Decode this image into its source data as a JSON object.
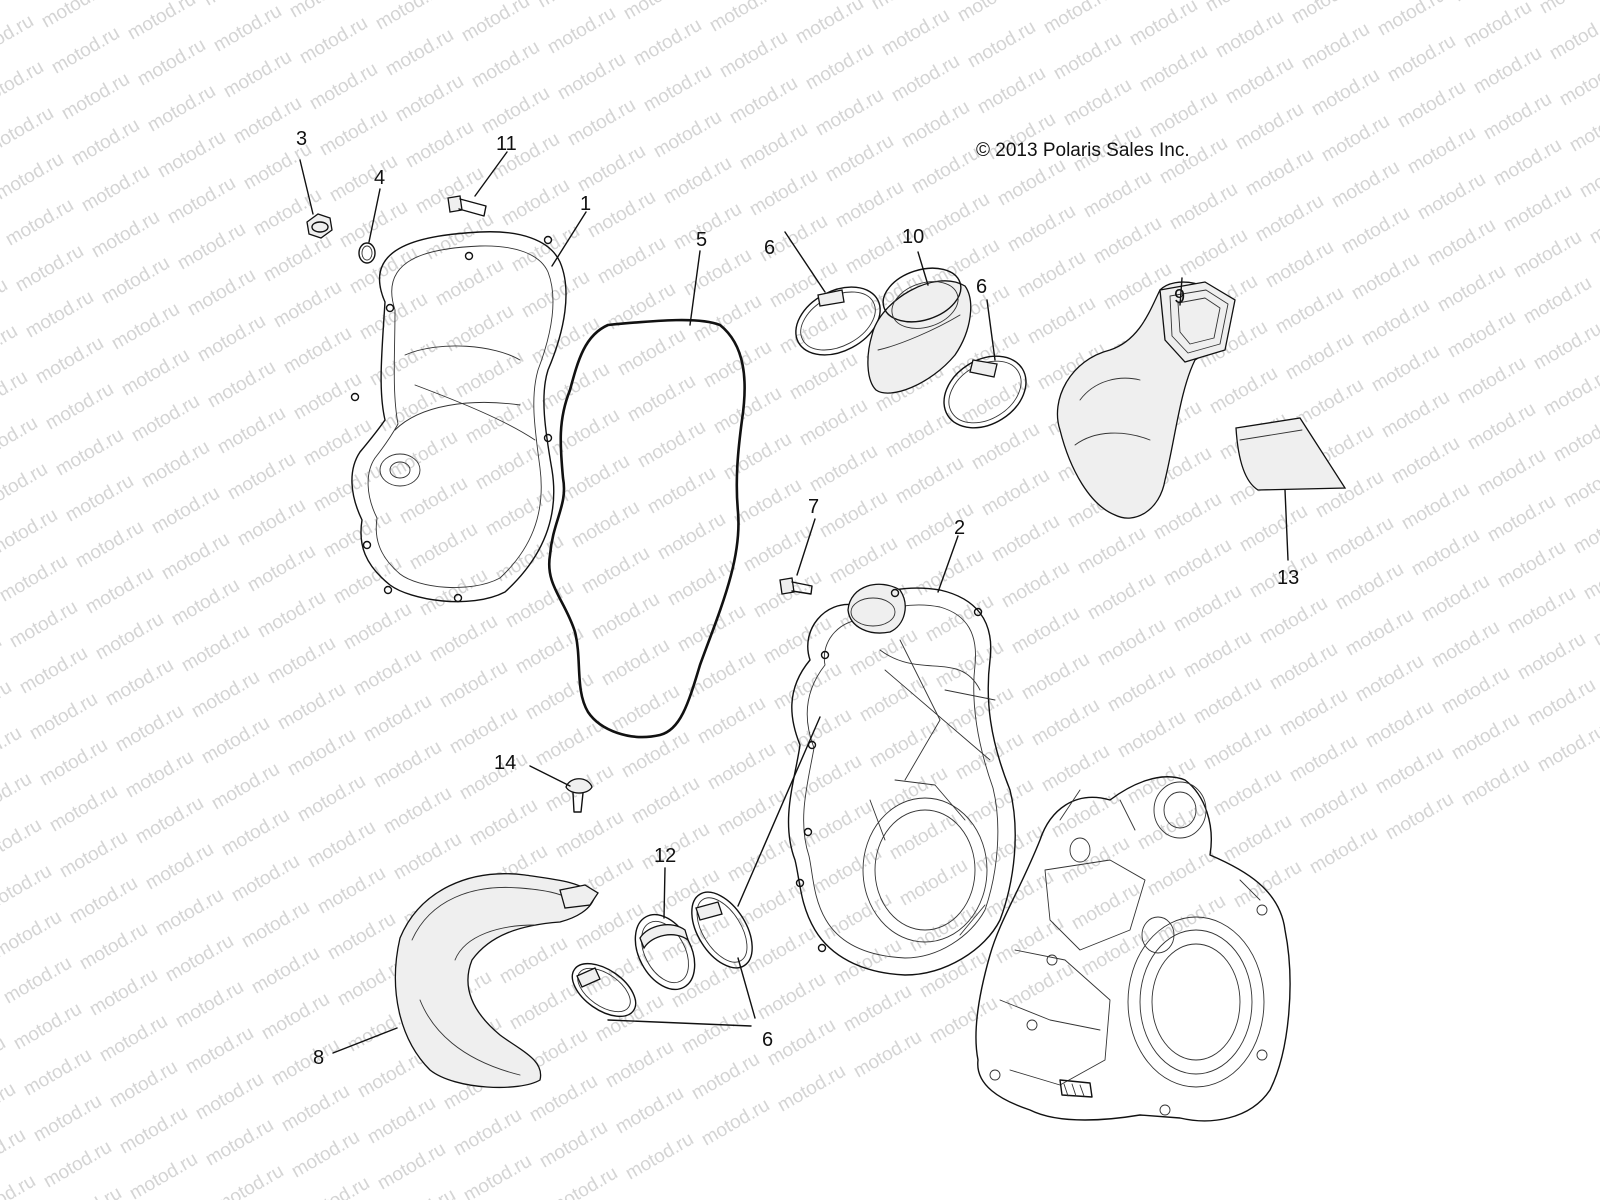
{
  "copyright": "© 2013 Polaris Sales Inc.",
  "watermark_text": "motod.ru",
  "callouts": [
    {
      "id": "c3",
      "label": "3"
    },
    {
      "id": "c11",
      "label": "11"
    },
    {
      "id": "c4",
      "label": "4"
    },
    {
      "id": "c1",
      "label": "1"
    },
    {
      "id": "c6a",
      "label": "6"
    },
    {
      "id": "c10",
      "label": "10"
    },
    {
      "id": "c6b",
      "label": "6"
    },
    {
      "id": "c9",
      "label": "9"
    },
    {
      "id": "c5",
      "label": "5"
    },
    {
      "id": "c7",
      "label": "7"
    },
    {
      "id": "c2",
      "label": "2"
    },
    {
      "id": "c13",
      "label": "13"
    },
    {
      "id": "c14",
      "label": "14"
    },
    {
      "id": "c12",
      "label": "12"
    },
    {
      "id": "c8",
      "label": "8"
    },
    {
      "id": "c6c",
      "label": "6"
    }
  ],
  "parts": [
    "outer-clutch-cover",
    "inner-clutch-cover",
    "drain-plug",
    "o-ring-small",
    "cover-seal",
    "hose-clamp",
    "bolt",
    "intake-duct-lower",
    "intake-duct-upper",
    "coupler-boot",
    "bolt-flange",
    "coupler-ring",
    "duct-cover",
    "push-rivet",
    "engine-transmission"
  ]
}
